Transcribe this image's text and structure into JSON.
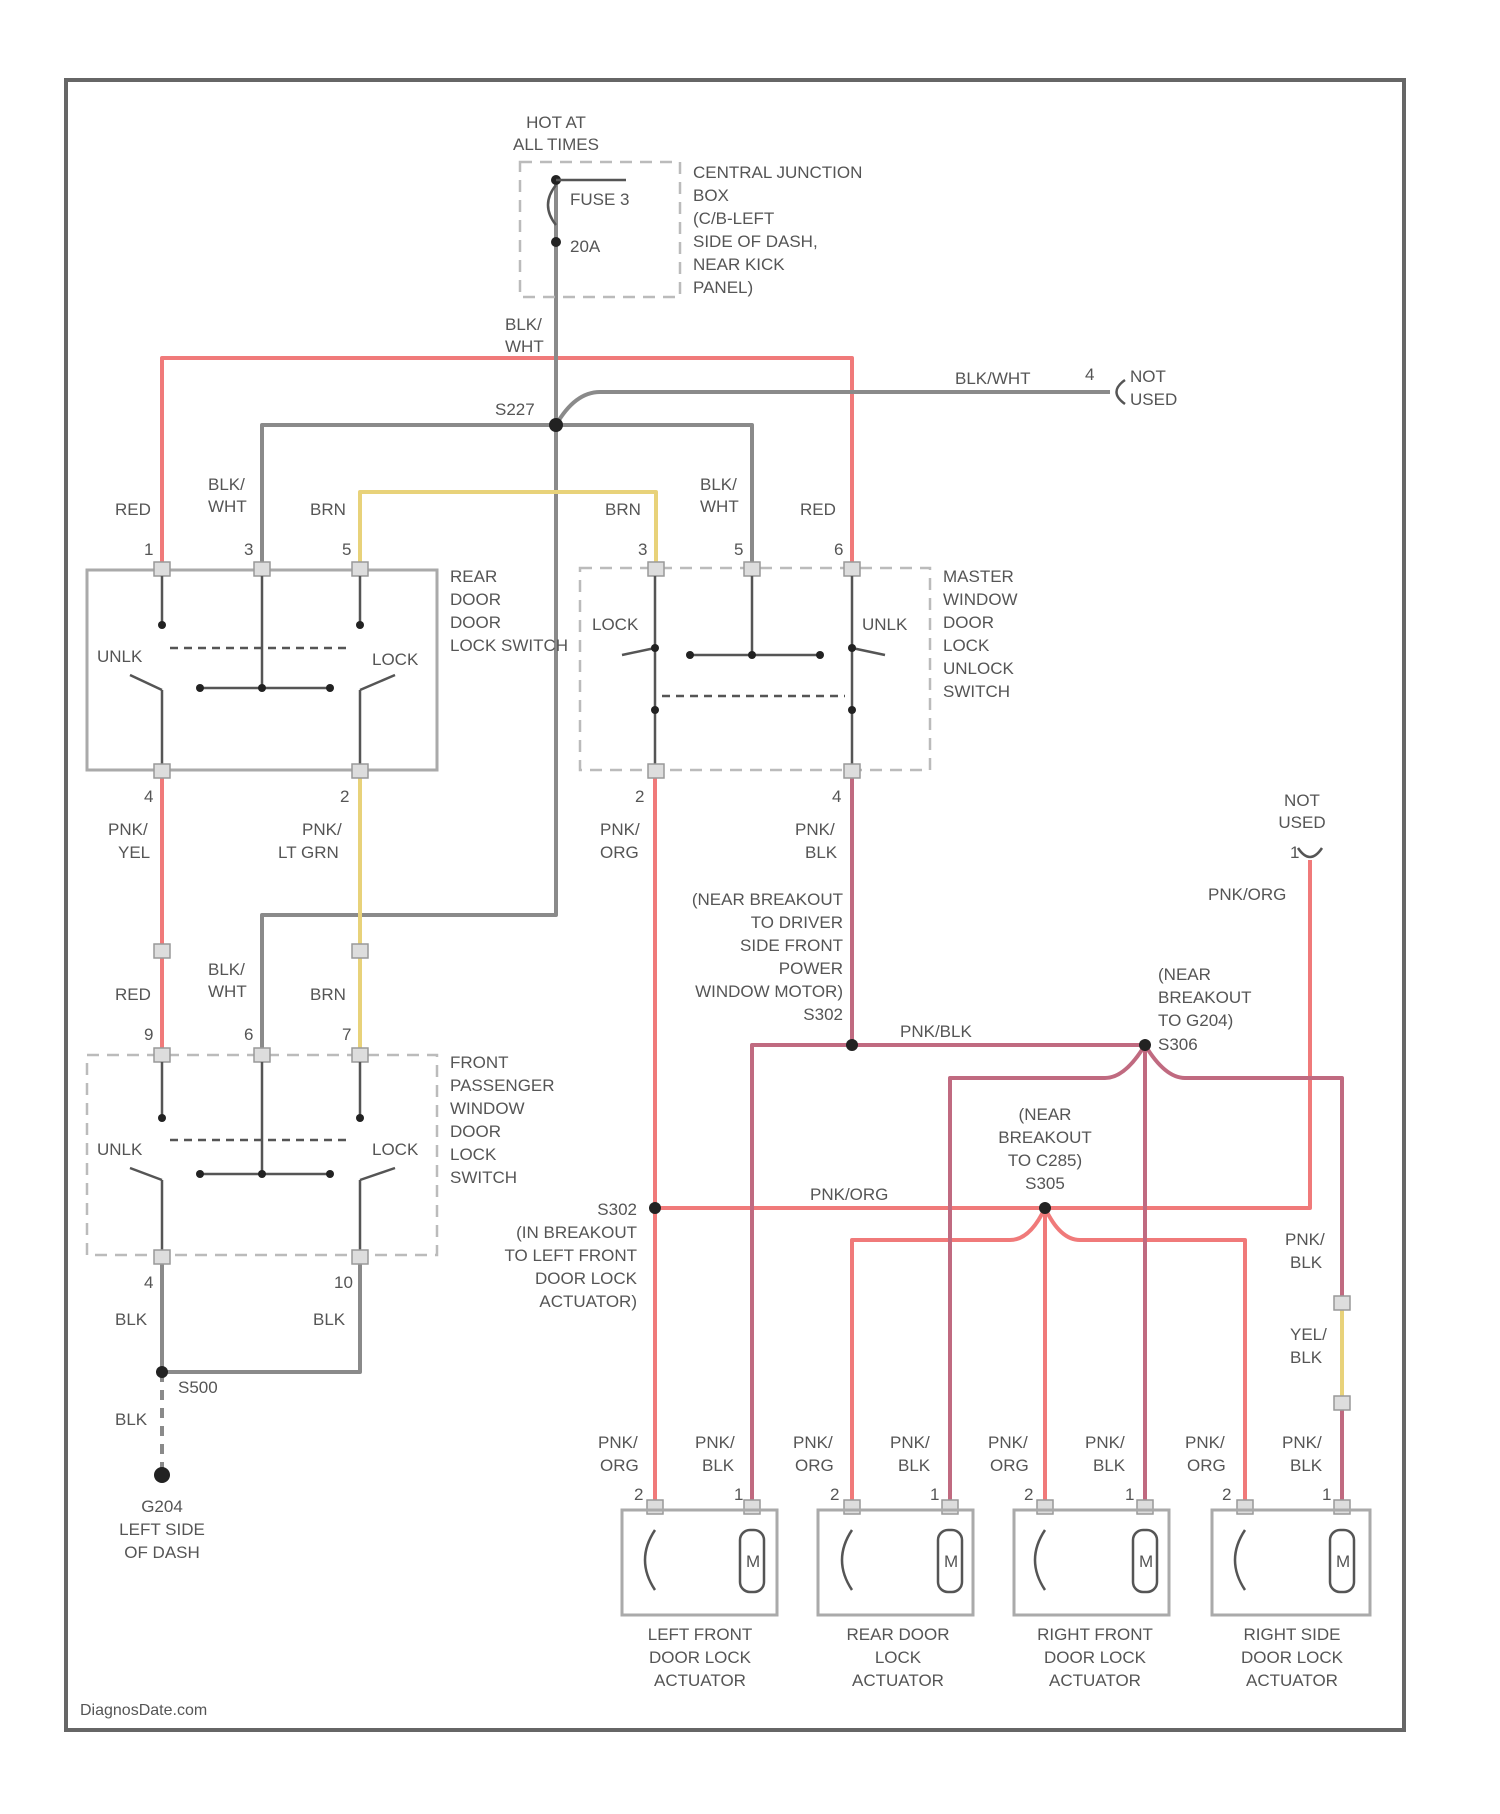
{
  "colors": {
    "red": "#f07a7a",
    "gray": "#8a8a8a",
    "yellow": "#e8d27a",
    "pink": "#c06a80",
    "frame": "#666666"
  },
  "power": {
    "hot_line1": "HOT AT",
    "hot_line2": "ALL TIMES",
    "fuse_label": "FUSE 3",
    "fuse_rating": "20A",
    "cjb_lines": [
      "CENTRAL JUNCTION",
      "BOX",
      "(C/B-LEFT",
      "SIDE OF DASH,",
      "NEAR KICK",
      "PANEL)"
    ]
  },
  "wires": {
    "blk_wht_1": "BLK/",
    "blk_wht_2": "WHT",
    "s227": "S227",
    "blk_wht_inline": "BLK/WHT",
    "not_used_pin": "4",
    "not_used_1": "NOT",
    "not_used_2": "USED",
    "red": "RED",
    "brn": "BRN"
  },
  "rear_switch": {
    "lines": [
      "REAR",
      "DOOR",
      "DOOR",
      "LOCK SWITCH"
    ],
    "pins_top": [
      "1",
      "3",
      "5"
    ],
    "pins_bottom": [
      "4",
      "2"
    ],
    "unlk": "UNLK",
    "lock": "LOCK",
    "wire_left_1": "PNK/",
    "wire_left_2": "YEL",
    "wire_right_1": "PNK/",
    "wire_right_2": "LT GRN"
  },
  "master_switch": {
    "lines": [
      "MASTER",
      "WINDOW",
      "DOOR",
      "LOCK",
      "UNLOCK",
      "SWITCH"
    ],
    "pins_top": [
      "3",
      "5",
      "6"
    ],
    "pins_bottom": [
      "2",
      "4"
    ],
    "lock": "LOCK",
    "unlk": "UNLK",
    "wire_left_1": "PNK/",
    "wire_left_2": "ORG",
    "wire_right_1": "PNK/",
    "wire_right_2": "BLK"
  },
  "front_pass_switch": {
    "lines": [
      "FRONT",
      "PASSENGER",
      "WINDOW",
      "DOOR",
      "LOCK",
      "SWITCH"
    ],
    "pins_top": [
      "9",
      "6",
      "7"
    ],
    "pins_bottom": [
      "4",
      "10"
    ],
    "unlk": "UNLK",
    "lock": "LOCK",
    "blk": "BLK"
  },
  "ground": {
    "splice": "S500",
    "blk": "BLK",
    "g_lines": [
      "G204",
      "LEFT SIDE",
      "OF DASH"
    ]
  },
  "breakouts": {
    "driver_lines": [
      "(NEAR BREAKOUT",
      "TO DRIVER",
      "SIDE FRONT",
      "POWER",
      "WINDOW MOTOR)",
      "S302"
    ],
    "pnk_blk": "PNK/BLK",
    "s306_lines": [
      "(NEAR",
      "BREAKOUT",
      "TO G204)",
      "S306"
    ],
    "rt_not_used_1": "NOT",
    "rt_not_used_2": "USED",
    "rt_pin": "1",
    "pnk_org_rt": "PNK/ORG",
    "s305_lines": [
      "(NEAR",
      "BREAKOUT",
      "TO C285)",
      "S305"
    ],
    "pnk_org": "PNK/ORG",
    "s202_lines": [
      "S302",
      "(IN BREAKOUT",
      "TO LEFT FRONT",
      "DOOR LOCK",
      "ACTUATOR)"
    ],
    "rt_pnk_blk_1": "PNK/",
    "rt_pnk_blk_2": "BLK",
    "rt_yel_blk_1": "YEL/",
    "rt_yel_blk_2": "BLK"
  },
  "actuators": [
    {
      "lines": [
        "LEFT FRONT",
        "DOOR LOCK",
        "ACTUATOR"
      ],
      "w1a": "PNK/",
      "w1b": "ORG",
      "w2a": "PNK/",
      "w2b": "BLK",
      "p1": "2",
      "p2": "1",
      "m": "M"
    },
    {
      "lines": [
        "REAR DOOR",
        "LOCK",
        "ACTUATOR"
      ],
      "w1a": "PNK/",
      "w1b": "ORG",
      "w2a": "PNK/",
      "w2b": "BLK",
      "p1": "2",
      "p2": "1",
      "m": "M"
    },
    {
      "lines": [
        "RIGHT FRONT",
        "DOOR LOCK",
        "ACTUATOR"
      ],
      "w1a": "PNK/",
      "w1b": "ORG",
      "w2a": "PNK/",
      "w2b": "BLK",
      "p1": "2",
      "p2": "1",
      "m": "M"
    },
    {
      "lines": [
        "RIGHT SIDE",
        "DOOR LOCK",
        "ACTUATOR"
      ],
      "w1a": "PNK/",
      "w1b": "ORG",
      "w2a": "PNK/",
      "w2b": "BLK",
      "p1": "2",
      "p2": "1",
      "m": "M"
    }
  ],
  "footer": {
    "watermark": "DiagnosDate.com"
  }
}
